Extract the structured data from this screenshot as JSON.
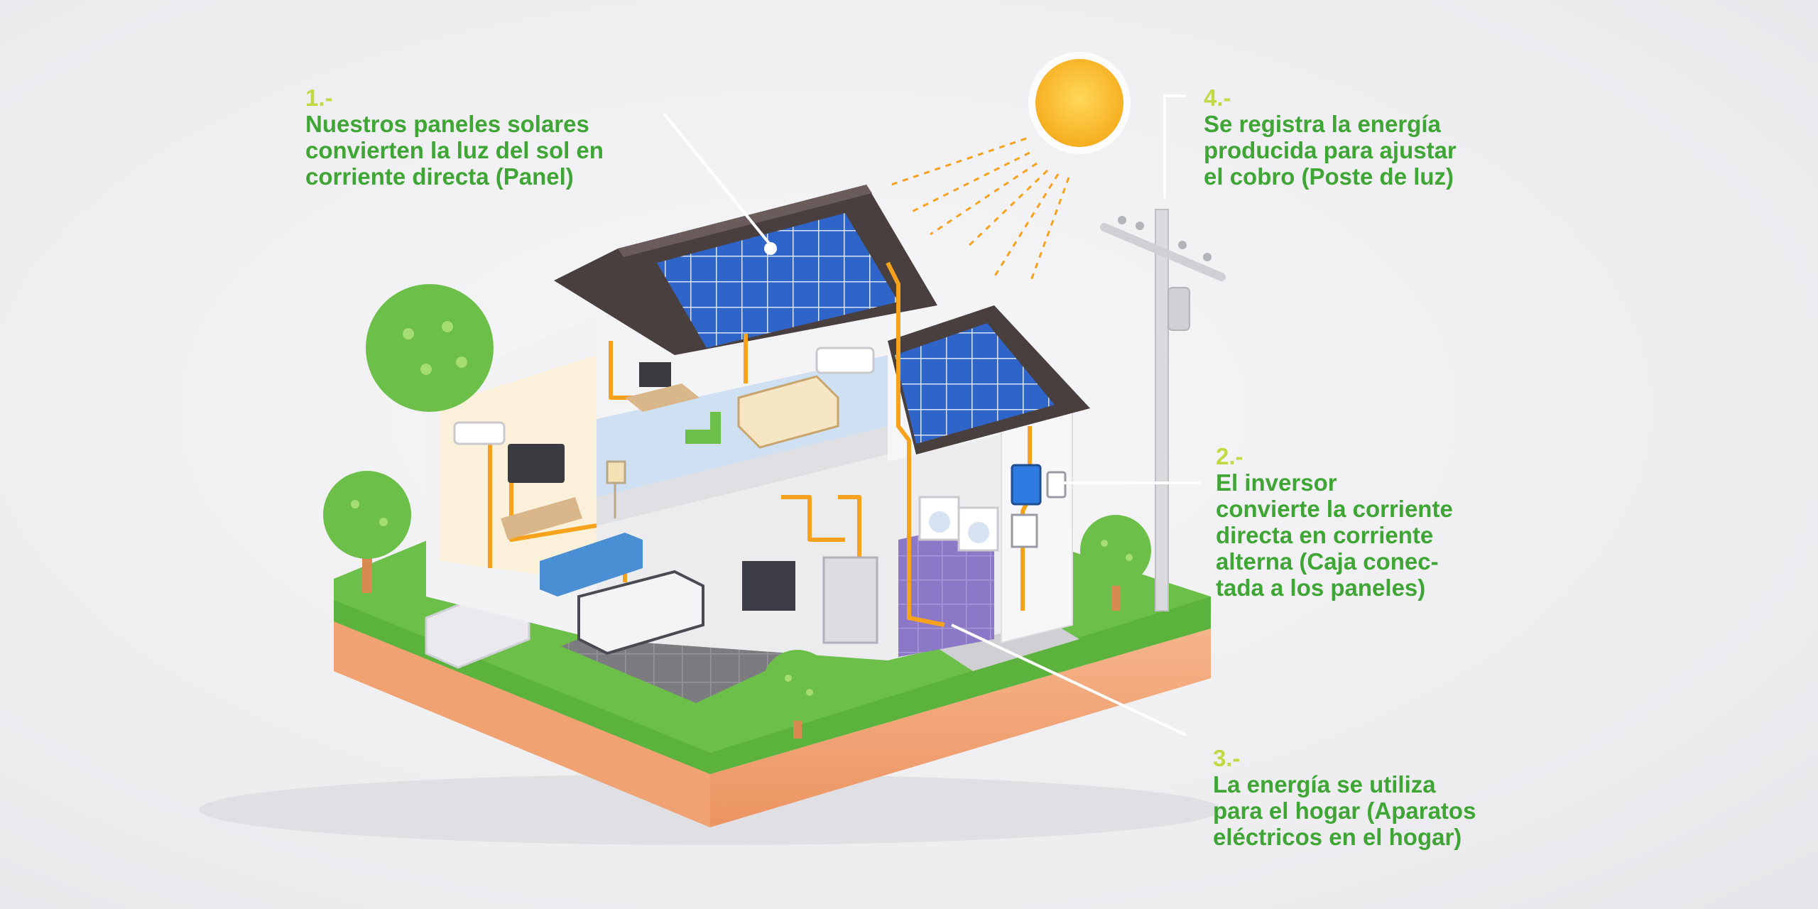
{
  "labels": [
    {
      "id": "panel",
      "number": "1.-",
      "text": "Nuestros paneles solares\nconvierten la luz del sol en\ncorriente directa (Panel)"
    },
    {
      "id": "pole",
      "number": "4.-",
      "text": "Se registra la energía\nproducida para ajustar\nel cobro (Poste de luz)"
    },
    {
      "id": "inverter",
      "number": "2.-",
      "text": "El inversor\nconvierte la corriente\ndirecta en corriente\nalterna (Caja conec-\ntada a los paneles)"
    },
    {
      "id": "home",
      "number": "3.-",
      "text": "La energía se utiliza\npara el hogar (Aparatos\neléctricos en el hogar)"
    }
  ],
  "colors": {
    "label_green": "#3fa535",
    "number_green": "#c3d943",
    "grass": "#6cc04a",
    "soil": "#f2a47a",
    "wire": "#f7a21c",
    "sun": "#fbbf2d",
    "panel": "#2f64c8",
    "roof": "#4a3f3f"
  },
  "icons": [
    "sun-icon",
    "solar-panel-icon",
    "tree-icon",
    "utility-pole-icon",
    "inverter-icon",
    "meter-icon",
    "tv-icon",
    "sofa-icon",
    "bed-icon",
    "fridge-icon",
    "washer-icon"
  ]
}
